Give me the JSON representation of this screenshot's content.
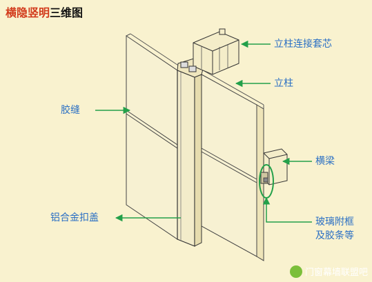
{
  "title": {
    "highlight": "横隐竖明",
    "rest": "三维图"
  },
  "labels": {
    "mullion_sleeve": "立柱连接套芯",
    "mullion": "立柱",
    "glue_seam": "胶缝",
    "transom": "横梁",
    "cover_cap": "铝合金扣盖",
    "glass_frame_line1": "玻璃附框",
    "glass_frame_line2": "及胶条等"
  },
  "watermark": "门窗幕墙联盟吧",
  "colors": {
    "background": "#f9f2cf",
    "label": "#2a6fc4",
    "arrow": "#23a04a",
    "title_highlight": "#d23a1b",
    "outline": "#333333"
  }
}
